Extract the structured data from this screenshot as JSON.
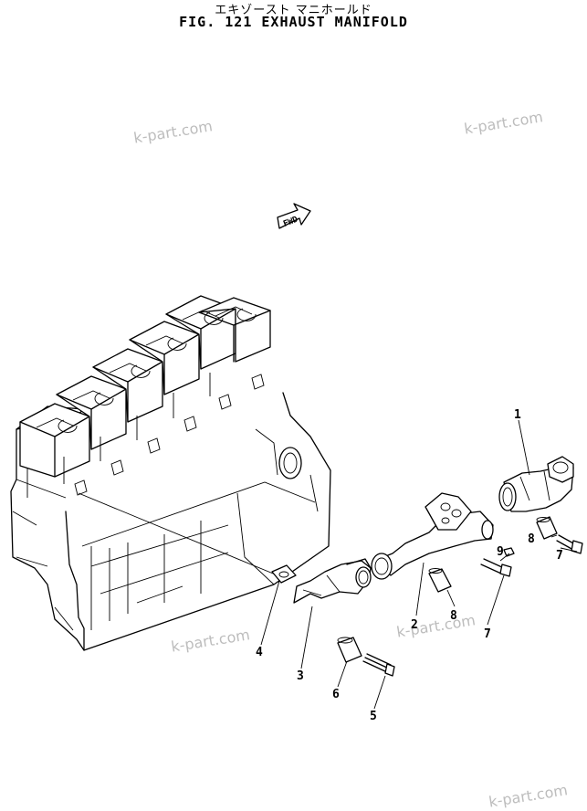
{
  "header": {
    "title_jp": "エキゾースト マニホールド",
    "title_en": "FIG. 121 EXHAUST MANIFOLD"
  },
  "watermarks": [
    "k-part.com",
    "k-part.com",
    "k-part.com",
    "k-part.com",
    "k-part.com"
  ],
  "fwd_label": "FWD",
  "callouts": [
    "1",
    "2",
    "3",
    "4",
    "5",
    "6",
    "7",
    "7",
    "8",
    "8",
    "9"
  ]
}
